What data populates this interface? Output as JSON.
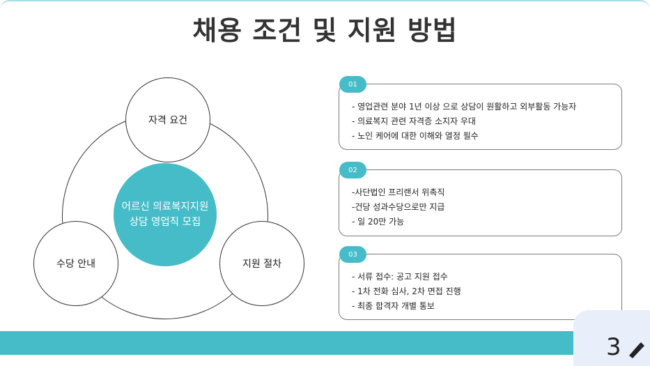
{
  "slide": {
    "title": "채용 조건 및 지원 방법",
    "diagram": {
      "nodes": [
        "자격 요건",
        "수당 안내",
        "지원 절차"
      ],
      "center_lines": [
        "어르신 의료복지지원",
        "상담 영업직 모집"
      ]
    },
    "cards": [
      {
        "badge": "01",
        "items": [
          "- 영업관련 분야 1년 이상 으로 상담이 원활하고 외부활동 가능자",
          "- 의료복지 관련 자격증 소지자 우대",
          "- 노인 케어에 대한 이해와 열정 필수"
        ]
      },
      {
        "badge": "02",
        "items": [
          "-사단법인 프리랜서 위촉직",
          "-건당 성과수당으로만 지급",
          "- 일 20만 가능"
        ]
      },
      {
        "badge": "03",
        "items": [
          "- 서류 접수: 공고 지원 접수",
          "- 1차 전화 심사, 2차 면접 진행",
          "- 최종 합격자 개별 통보"
        ]
      }
    ],
    "page_number": "3"
  },
  "colors": {
    "accent": "#45bcc8",
    "tab": "#e9eefb"
  },
  "icons": {
    "page_tab": "pen-icon"
  }
}
